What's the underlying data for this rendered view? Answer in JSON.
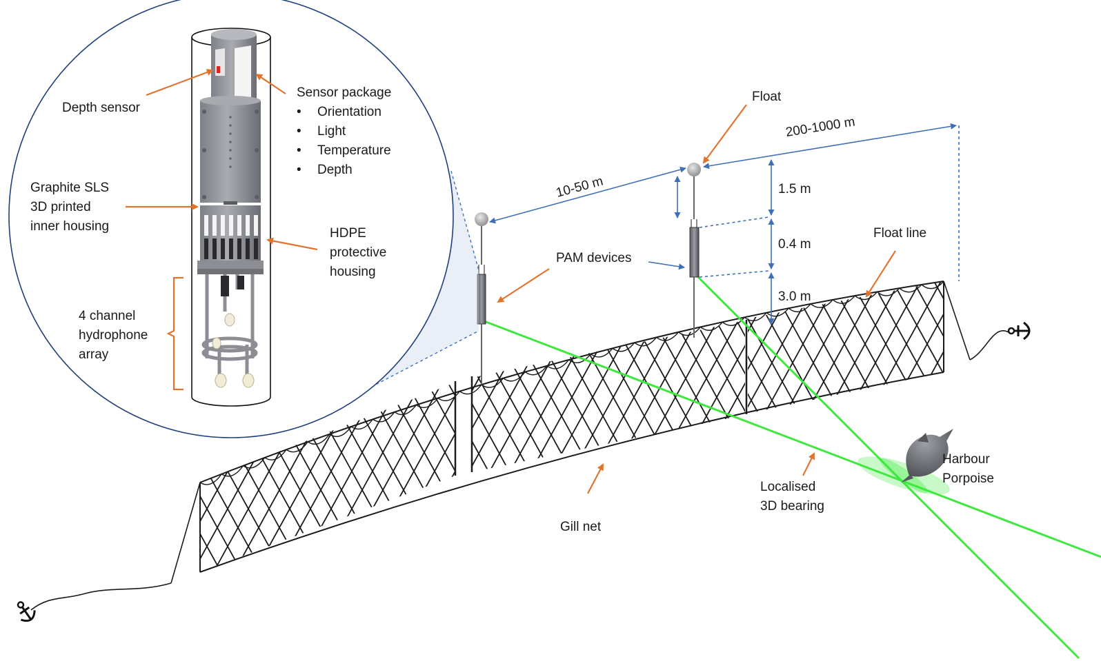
{
  "labels": {
    "depth_sensor": "Depth sensor",
    "sensor_package": "Sensor package",
    "sensor_items": [
      "Orientation",
      "Light",
      "Temperature",
      "Depth"
    ],
    "housing_inner": [
      "Graphite SLS",
      "3D printed",
      "inner housing"
    ],
    "housing_outer": [
      "HDPE",
      "protective",
      "housing"
    ],
    "hydrophone": [
      "4 channel",
      "hydrophone",
      "array"
    ],
    "float": "Float",
    "pam_devices": "PAM devices",
    "dist_short": "10-50 m",
    "dist_long": "200-1000 m",
    "float_line": "Float line",
    "dim_top": "1.5 m",
    "dim_mid": "0.4 m",
    "dim_bottom": "3.0 m",
    "gill_net": "Gill net",
    "bearing": [
      "Localised",
      "3D bearing"
    ],
    "porpoise": [
      "Harbour",
      "Porpoise"
    ]
  },
  "icons": [
    "anchor-icon",
    "porpoise-icon",
    "float-icon",
    "pam-device-icon",
    "hydrophone-icon"
  ],
  "colors": {
    "annotation_arrow": "#e0742e",
    "dimension_arrow": "#3f6fb5",
    "bearing_line": "#3ee83e",
    "device_grey": "#8e9096",
    "net": "#1a1a1a"
  }
}
